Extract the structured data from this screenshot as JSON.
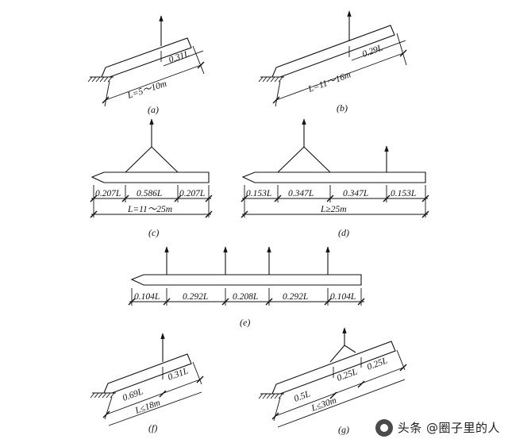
{
  "panels": {
    "a": {
      "caption": "(a)",
      "span_label": "L=5～10m",
      "seg_label": "0.31L"
    },
    "b": {
      "caption": "(b)",
      "span_label": "L=11～16m",
      "seg_label": "0.29L"
    },
    "c": {
      "caption": "(c)",
      "segs": [
        "0.207L",
        "0.586L",
        "0.207L"
      ],
      "span_label": "L=11～25m"
    },
    "d": {
      "caption": "(d)",
      "segs": [
        "0.153L",
        "0.347L",
        "0.347L",
        "0.153L"
      ],
      "span_label": "L≥25m"
    },
    "e": {
      "caption": "(e)",
      "segs": [
        "0.104L",
        "0.292L",
        "0.208L",
        "0.292L",
        "0.104L"
      ]
    },
    "f": {
      "caption": "(f)",
      "segs": [
        "0.69L",
        "0.31L"
      ],
      "span_label": "L≤18m"
    },
    "g": {
      "caption": "(g)",
      "segs": [
        "0.5L",
        "0.25L",
        "0.25L"
      ],
      "span_label": "L≤30m"
    }
  },
  "watermark": "头条 @圈子里的人"
}
